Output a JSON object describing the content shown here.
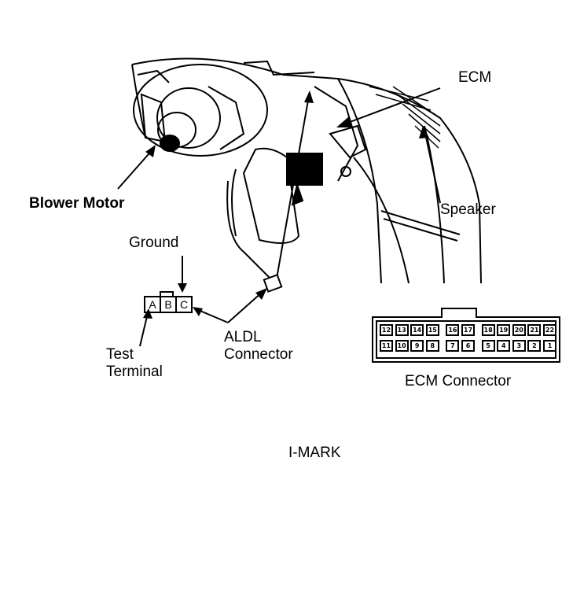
{
  "labels": {
    "ecm": "ECM",
    "speaker": "Speaker",
    "blower_motor": "Blower Motor",
    "ground": "Ground",
    "test_terminal_line1": "Test",
    "test_terminal_line2": "Terminal",
    "aldl_line1": "ALDL",
    "aldl_line2": "Connector",
    "ecm_connector": "ECM Connector",
    "caption": "I-MARK"
  },
  "aldl_pins": [
    "A",
    "B",
    "C"
  ],
  "ecm_connector_pins": {
    "top_row": [
      "12",
      "13",
      "14",
      "15",
      "16",
      "17",
      "18",
      "19",
      "20",
      "21",
      "22"
    ],
    "bottom_row": [
      "11",
      "10",
      "9",
      "8",
      "7",
      "6",
      "5",
      "4",
      "3",
      "2",
      "1"
    ]
  },
  "colors": {
    "ink": "#000000",
    "paper": "#ffffff"
  }
}
